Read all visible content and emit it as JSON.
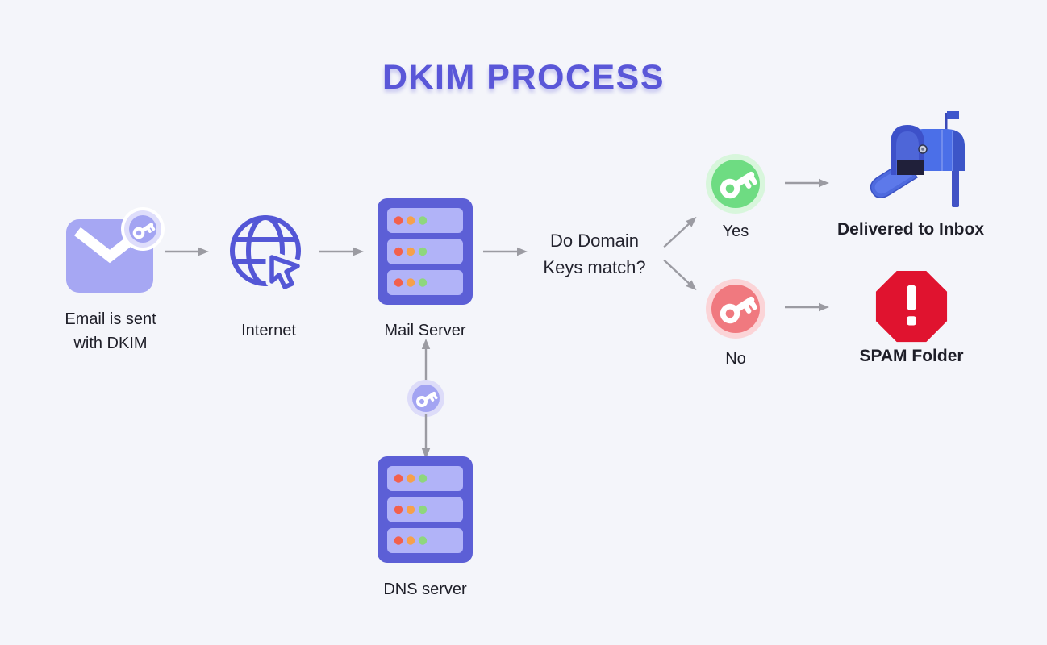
{
  "title": "DKIM PROCESS",
  "flow": {
    "email": {
      "line1": "Email is sent",
      "line2": "with DKIM"
    },
    "internet": {
      "label": "Internet"
    },
    "mail_server": {
      "label": "Mail Server"
    },
    "decision": {
      "line1": "Do Domain",
      "line2": "Keys match?"
    },
    "yes": {
      "label": "Yes"
    },
    "no": {
      "label": "No"
    },
    "inbox": {
      "label": "Delivered to Inbox"
    },
    "spam": {
      "label": "SPAM Folder"
    },
    "dns": {
      "label": "DNS server"
    }
  },
  "colors": {
    "background": "#f4f5fa",
    "title_purple": "#5a57d8",
    "accent_indigo": "#5c5fd6",
    "envelope_purple": "#a6a7f3",
    "server_slot_purple": "#b1b3f8",
    "key_badge_purple": "#a3a4f2",
    "key_halo_purple": "#dfdefb",
    "arrow_gray": "#9b9ba2",
    "yes_green": "#6edc82",
    "yes_halo": "#d8f6dc",
    "no_red": "#f0797f",
    "no_halo": "#fbd4d7",
    "spam_red": "#e0132f",
    "mailbox_blue": "#4b6fe8",
    "dot_red": "#f2604d",
    "dot_orange": "#f6a14b",
    "dot_green": "#8ed77d",
    "text_dark": "#1e1e28"
  },
  "icons": [
    "envelope-with-key-icon",
    "globe-cursor-icon",
    "server-rack-icon",
    "key-badge-green-icon",
    "key-badge-red-icon",
    "key-badge-purple-icon",
    "mailbox-icon",
    "stop-sign-exclamation-icon"
  ]
}
